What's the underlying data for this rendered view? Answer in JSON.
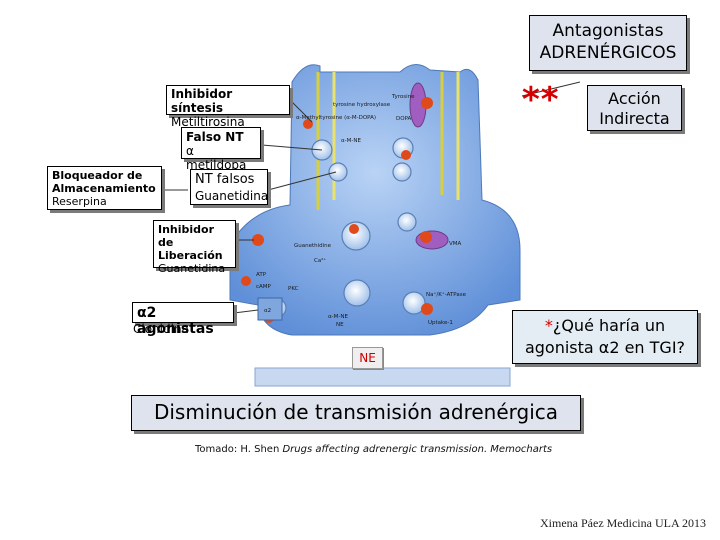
{
  "title": {
    "line1": "Antagonistas",
    "line2": "ADRENÉRGICOS"
  },
  "stars": "**",
  "accion": {
    "line1": "Acción",
    "line2": "Indirecta"
  },
  "labels": {
    "inhibidor_sintesis": {
      "title": "Inhibidor síntesis",
      "drug": "Metiltirosina"
    },
    "falso_nt": {
      "title": "Falso NT",
      "drug": "α metildopa"
    },
    "bloqueador": {
      "title_line1": "Bloqueador de",
      "title_line2": "Almacenamiento",
      "drug": "Reserpina"
    },
    "nt_falsos": {
      "title": "NT falsos",
      "drug": "Guanetidina"
    },
    "inhibidor_liberacion": {
      "title_line1": "Inhibidor de",
      "title_line2": "Liberación",
      "drug": "Guanetidina"
    },
    "a2_agonistas": {
      "title": "α2 agonistas",
      "drug": "Clonidina"
    }
  },
  "diagram_text": {
    "tyrosine": "Tyrosine",
    "tyrosine_hydroxylase": "tyrosine hydroxylase",
    "methyltyrosine": "α-Methyltyrosine (α-M-DOPA)",
    "dopa": "DOPA",
    "a_m_ne": "α-M-NE",
    "guanethidine": "Guanethidine",
    "vma": "VMA",
    "ca": "Ca²⁺",
    "atp": "ATP",
    "camp": "cAMP",
    "pkc": "PKC",
    "na_k_atpase": "Na⁺/K⁺-ATPase",
    "a2": "α2",
    "uptake": "Uptake-1",
    "ne_small": "NE",
    "a_m_ne_2": "α-M-NE"
  },
  "ne_label": "NE",
  "note": {
    "star": "*",
    "line1": "¿Qué haría un",
    "line2": "agonista α2 en TGI?"
  },
  "bottom": "Disminución de transmisión adrenérgica",
  "source": {
    "prefix": "Tomado: H. Shen ",
    "title": "Drugs affecting adrenergic transmission. Memocharts"
  },
  "credit": "Ximena Páez Medicina ULA 2013",
  "colors": {
    "terminal_blue": "#8db4ea",
    "accent_red": "#d50000",
    "box_bg": "#dfe3ee"
  }
}
